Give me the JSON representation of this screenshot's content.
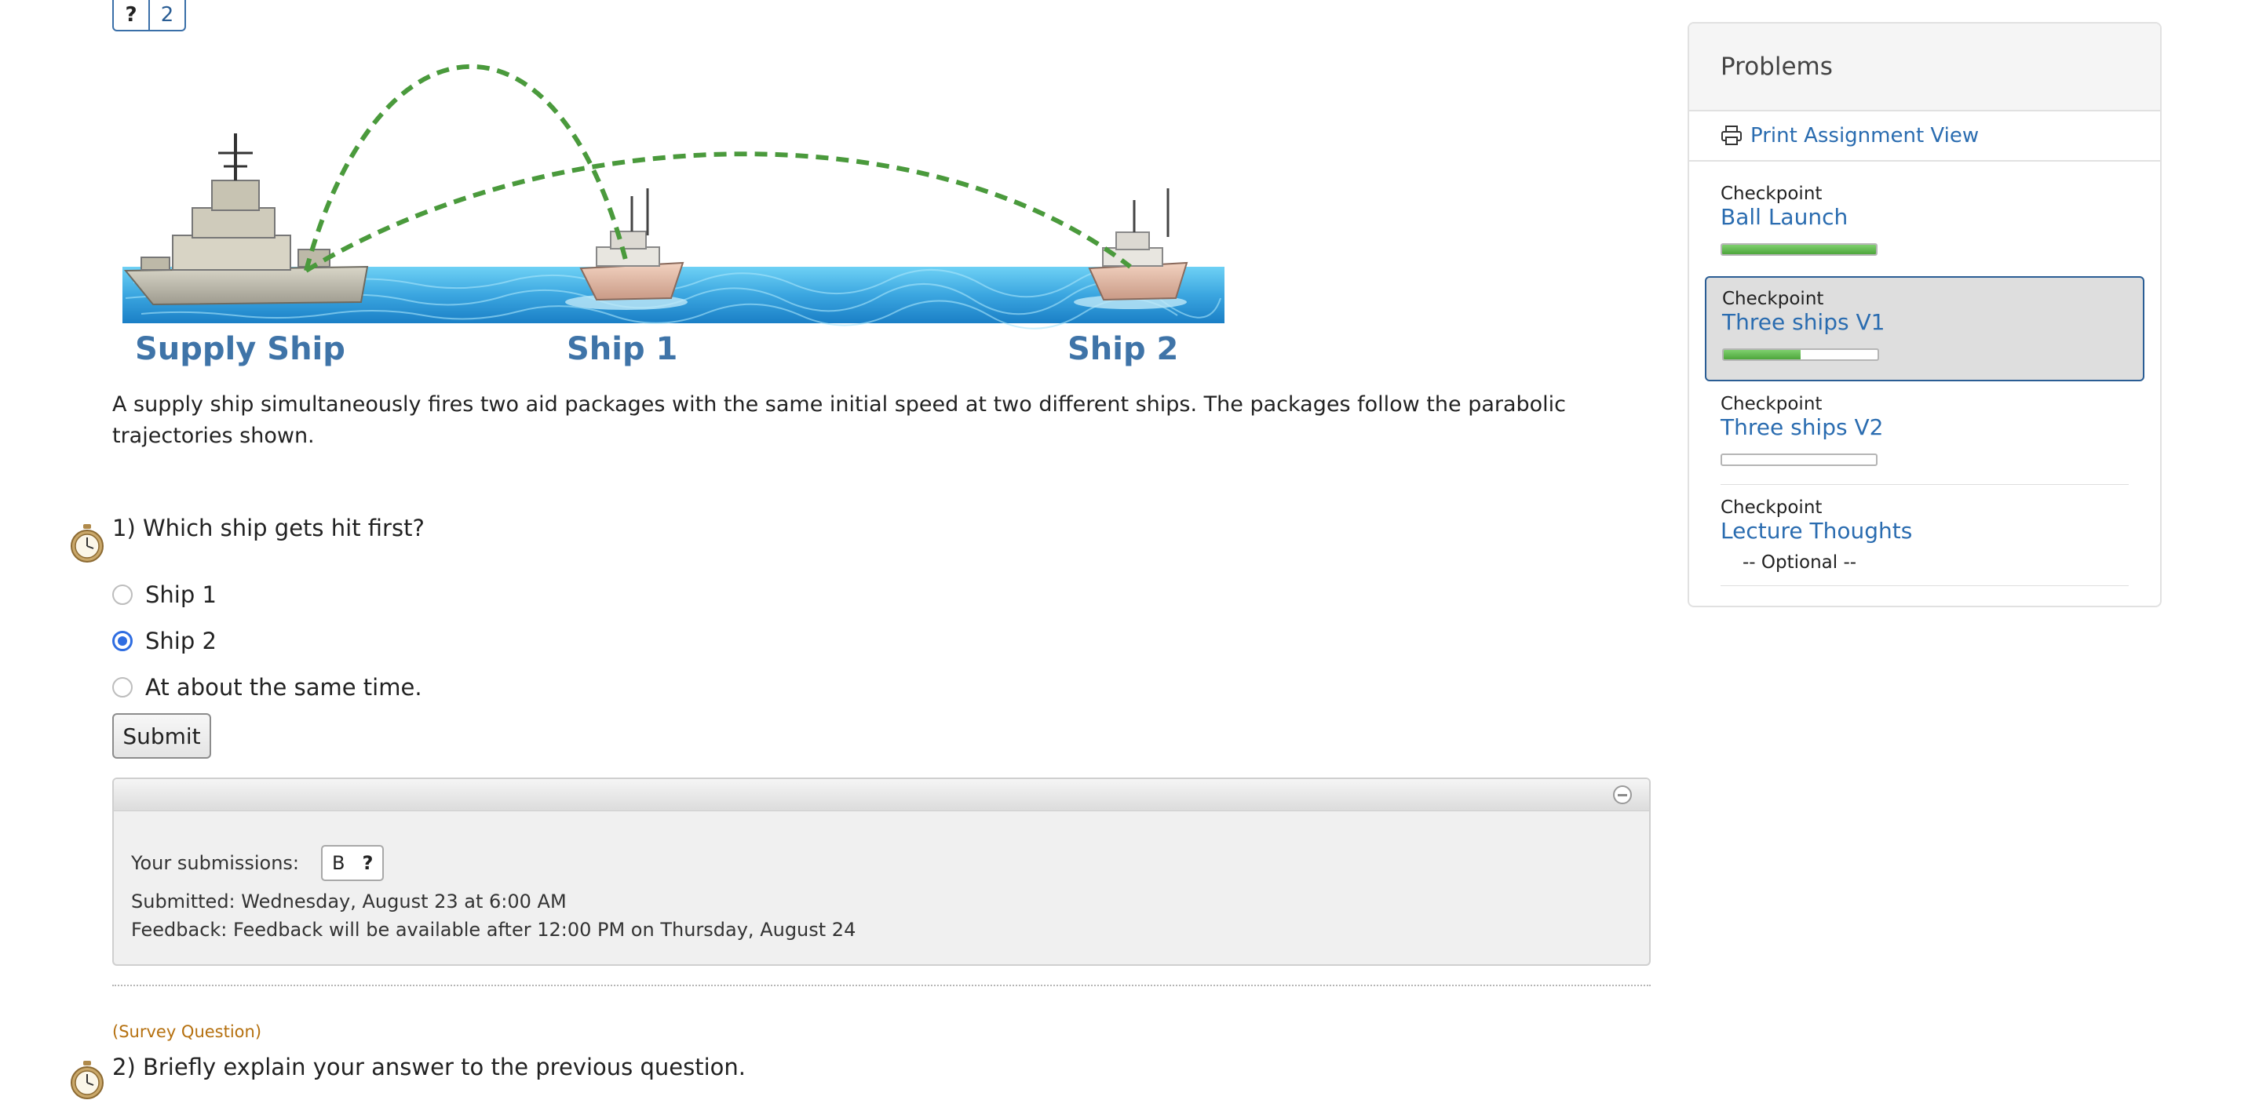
{
  "tag": {
    "help_glyph": "?",
    "number": "2"
  },
  "figure": {
    "labels": {
      "supply_ship": "Supply Ship",
      "ship1": "Ship 1",
      "ship2": "Ship 2"
    },
    "colors": {
      "trajectory": "#4a9a3c",
      "label": "#3f74a8",
      "water_top": "#5ec8f2",
      "water_bottom": "#1b80c7"
    }
  },
  "problem": {
    "text": "A supply ship simultaneously fires two aid packages with the same initial speed at two different ships. The packages follow the parabolic trajectories shown."
  },
  "question1": {
    "text": "1) Which ship gets hit first?",
    "choices": [
      {
        "label": "Ship 1",
        "selected": false
      },
      {
        "label": "Ship 2",
        "selected": true
      },
      {
        "label": "At about the same time.",
        "selected": false
      }
    ],
    "submit_label": "Submit",
    "submissions": {
      "label": "Your submissions:",
      "answer": "B",
      "help_glyph": "?",
      "submitted_label": "Submitted:",
      "submitted_value": "Wednesday, August 23 at 6:00 AM",
      "feedback_label": "Feedback:",
      "feedback_value": "Feedback will be available after 12:00 PM on Thursday, August 24"
    }
  },
  "question2": {
    "tag": "(Survey Question)",
    "text": "2) Briefly explain your answer to the previous question."
  },
  "sidebar": {
    "title": "Problems",
    "print_label": "Print Assignment View",
    "checkpoints": [
      {
        "type": "Checkpoint",
        "title": "Ball Launch",
        "progress": 1.0,
        "active": false
      },
      {
        "type": "Checkpoint",
        "title": "Three ships V1",
        "progress": 0.5,
        "active": true
      },
      {
        "type": "Checkpoint",
        "title": "Three ships V2",
        "progress": 0.0,
        "active": false
      },
      {
        "type": "Checkpoint",
        "title": "Lecture Thoughts",
        "optional": "-- Optional --",
        "active": false
      }
    ]
  }
}
